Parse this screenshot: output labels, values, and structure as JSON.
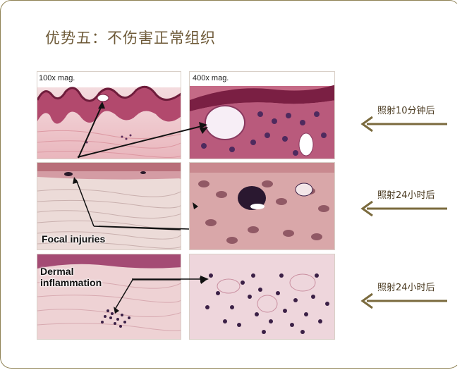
{
  "header": {
    "title": "优势五：不伤害正常组织"
  },
  "images": {
    "magnifications": {
      "low": "100x mag.",
      "high": "400x mag."
    },
    "annotations": {
      "focal": "Focal injuries",
      "dermal": "Dermal\ninflammation"
    }
  },
  "rows": [
    {
      "label": "照射10分钟后"
    },
    {
      "label": "照射24小时后"
    },
    {
      "label": "照射24小时后"
    }
  ],
  "colors": {
    "accent": "#7a6a3d",
    "title": "#6e5a38",
    "epidermis": "#8e2b4f",
    "dermis": "#eab9bf",
    "stain_dark": "#3b2046"
  },
  "icons": {
    "row_arrow": "arrow-left-icon"
  }
}
